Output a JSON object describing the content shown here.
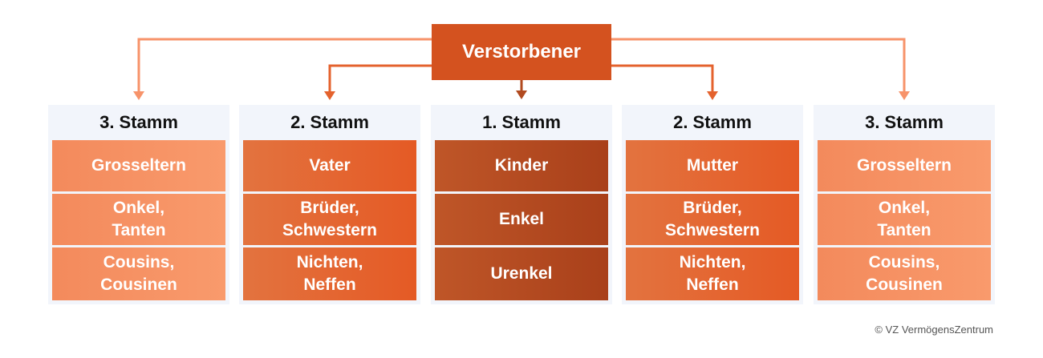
{
  "root": {
    "label": "Verstorbener"
  },
  "columns": [
    {
      "tier": 3,
      "header": "3. Stamm",
      "cells": [
        "Grosseltern",
        "Onkel,\nTanten",
        "Cousins,\nCousinen"
      ]
    },
    {
      "tier": 2,
      "header": "2. Stamm",
      "cells": [
        "Vater",
        "Brüder,\nSchwestern",
        "Nichten,\nNeffen"
      ]
    },
    {
      "tier": 1,
      "header": "1. Stamm",
      "cells": [
        "Kinder",
        "Enkel",
        "Urenkel"
      ]
    },
    {
      "tier": 2,
      "header": "2. Stamm",
      "cells": [
        "Mutter",
        "Brüder,\nSchwestern",
        "Nichten,\nNeffen"
      ]
    },
    {
      "tier": 3,
      "header": "3. Stamm",
      "cells": [
        "Grosseltern",
        "Onkel,\nTanten",
        "Cousins,\nCousinen"
      ]
    }
  ],
  "colors": {
    "root": "#d4521f",
    "tier1": "#b14a1f",
    "tier2": "#e4622d",
    "tier3": "#f7936a",
    "header_background": "#f2f5fb"
  },
  "copyright": "© VZ VermögensZentrum"
}
